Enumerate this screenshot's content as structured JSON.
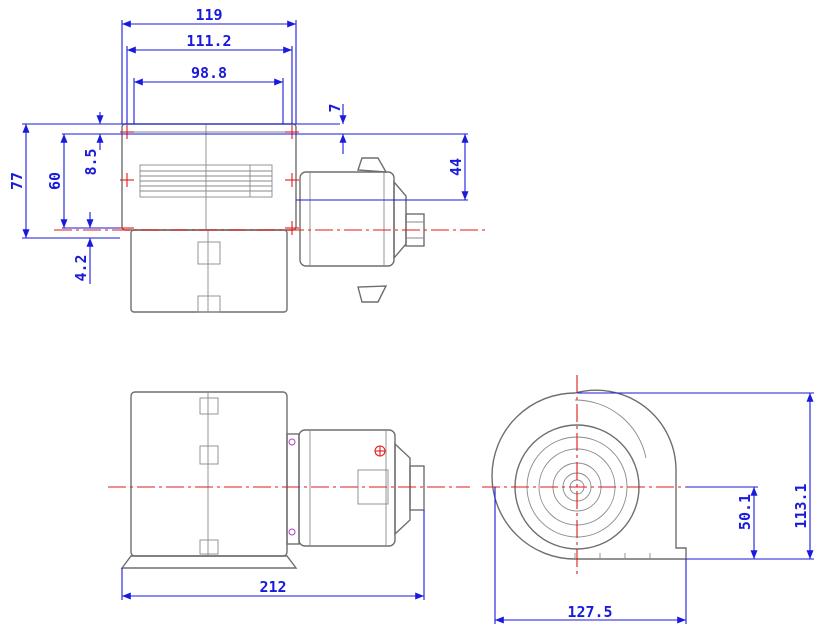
{
  "dimensions": {
    "top_width_119": "119",
    "top_width_111_2": "111.2",
    "top_width_98_8": "98.8",
    "offset_7": "7",
    "height_77": "77",
    "height_60": "60",
    "height_8_5": "8.5",
    "height_44": "44",
    "offset_4_2": "4.2",
    "length_212": "212",
    "width_127_5": "127.5",
    "height_50_1": "50.1",
    "height_113_1": "113.1"
  },
  "colors": {
    "dimension": "#1a1adc",
    "centerline": "#e21a1a",
    "outline": "#6e6e6e"
  }
}
